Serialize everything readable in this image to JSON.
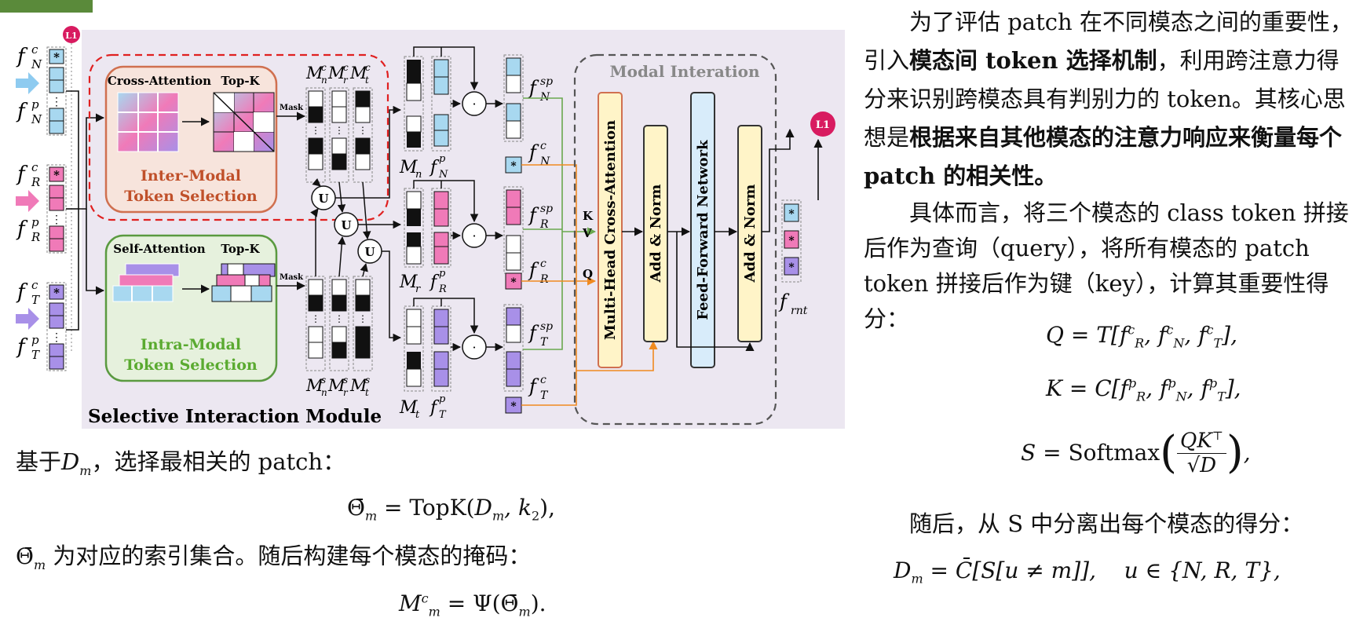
{
  "figure": {
    "inter_box": {
      "title": "Cross-Attention",
      "topk": "Top-K",
      "label1": "Inter-Modal",
      "label2": "Token Selection"
    },
    "intra_box": {
      "title": "Self-Attention",
      "topk": "Top-K",
      "label1": "Intra-Modal",
      "label2": "Token Selection"
    },
    "mask_label": "Mask",
    "union_label": "U",
    "module_title": "Selective Interaction Module",
    "modal_title": "Modal Interation",
    "blocks": [
      "Multi-Head Cross-Attention",
      "Add & Norm",
      "Feed-Forward Network",
      "Add & Norm"
    ],
    "kv_label_k": "K",
    "kv_label_v": "V",
    "q_label": "Q",
    "l1_label": "L1",
    "star": "*",
    "colors": {
      "nir": "#a8d8f0",
      "rgb": "#f07ab8",
      "tir": "#a890e8",
      "red_dash": "#e02020",
      "inter_border": "#d07050",
      "intra_border": "#5a9a40",
      "block_yellow": "#fff4c8",
      "block_blue": "#d8ecfa",
      "l1": "#d81b60"
    }
  },
  "prose": {
    "p1_a": "为了评估 patch 在不同模态之间的重要性，引入",
    "p1_b": "模态间 token 选择机制",
    "p1_c": "，利用跨注意力得分来识别跨模态具有判别力的 token。其核心思想是",
    "p1_d": "根据来自其他模态的注意力响应来衡量每个 patch 的相关性。",
    "p2": "具体而言，将三个模态的 class token 拼接后作为查询（query），将所有模态的 patch token 拼接后作为键（key），计算其重要性得分：",
    "p3": "随后，从 S 中分离出每个模态的得分："
  },
  "bottom": {
    "line1": "基于",
    "line1_b": "，选择最相关的 patch：",
    "line2": "为对应的索引集合。随后构建每个模态的掩码："
  }
}
